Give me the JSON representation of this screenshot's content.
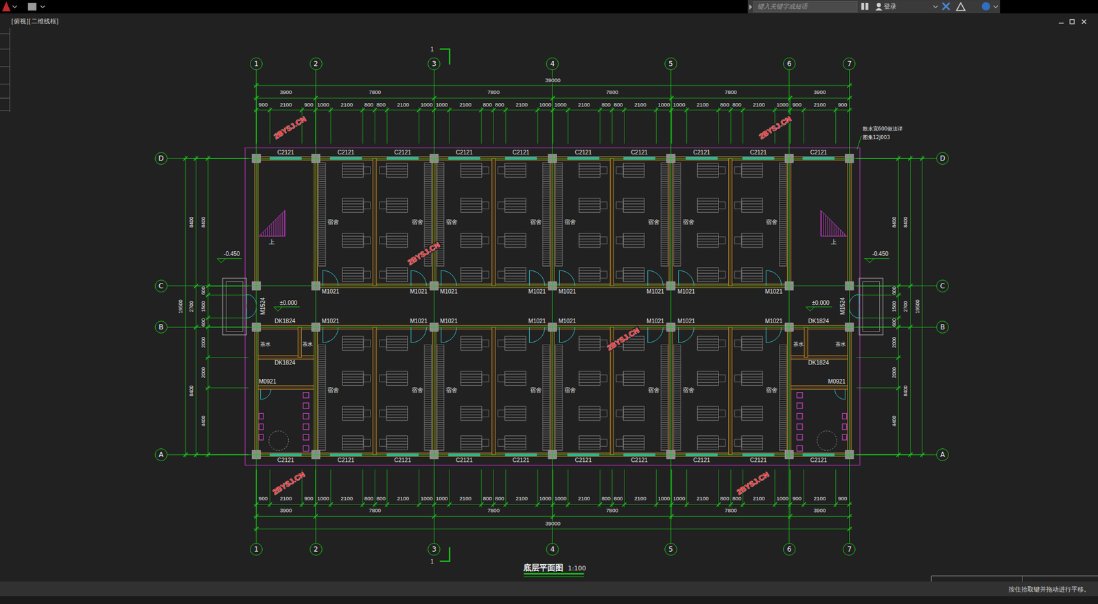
{
  "diagram": {
    "title": "底层平面图",
    "nodes": [
      {
        "text": [
          "1"
        ]
      },
      {
        "text": [
          "2"
        ]
      },
      {
        "text": [
          "3"
        ]
      },
      {
        "text": [
          "4"
        ]
      },
      {
        "text": [
          "5"
        ]
      },
      {
        "text": [
          "6"
        ]
      },
      {
        "text": [
          "7"
        ]
      },
      {
        "text": [
          "D"
        ]
      },
      {
        "text": [
          "C"
        ]
      },
      {
        "text": [
          "B"
        ]
      },
      {
        "text": [
          "A"
        ]
      },
      {
        "text": [
          "D"
        ]
      },
      {
        "text": [
          "C"
        ]
      },
      {
        "text": [
          "B"
        ]
      },
      {
        "text": [
          "A"
        ]
      },
      {
        "text": [
          "1"
        ]
      },
      {
        "text": [
          "2"
        ]
      },
      {
        "text": [
          "3"
        ]
      },
      {
        "text": [
          "4"
        ]
      },
      {
        "text": [
          "5"
        ]
      },
      {
        "text": [
          "6"
        ]
      },
      {
        "text": [
          "7"
        ]
      }
    ],
    "edges": [
      {
        "from": 0,
        "to": 15,
        "arrow": "none"
      },
      {
        "from": 1,
        "to": 16,
        "arrow": "none"
      },
      {
        "from": 2,
        "to": 17,
        "arrow": "none"
      },
      {
        "from": 3,
        "to": 18,
        "arrow": "none"
      },
      {
        "from": 4,
        "to": 19,
        "arrow": "none"
      },
      {
        "from": 5,
        "to": 20,
        "arrow": "none"
      },
      {
        "from": 6,
        "to": 21,
        "arrow": "none"
      },
      {
        "from": 7,
        "to": 11,
        "arrow": "none"
      },
      {
        "from": 8,
        "to": 12,
        "arrow": "none"
      },
      {
        "from": 9,
        "to": 13,
        "arrow": "none"
      },
      {
        "from": 10,
        "to": 14,
        "arrow": "none"
      }
    ],
    "labels": [
      "[俯视][二维线框]",
      "键入关键字或短语",
      "登录",
      "按住拾取键并拖动进行平移。",
      "1",
      "1",
      "39000",
      "3900",
      "7800",
      "7800",
      "7800",
      "7800",
      "3900",
      "900",
      "2100",
      "900",
      "1000",
      "2100",
      "800",
      "800",
      "2100",
      "1000",
      "1000",
      "2100",
      "800",
      "800",
      "2100",
      "1000",
      "1000",
      "2100",
      "800",
      "800",
      "2100",
      "1000",
      "1000",
      "2100",
      "800",
      "800",
      "2100",
      "1000",
      "900",
      "2100",
      "900",
      "900",
      "2100",
      "900",
      "1000",
      "2100",
      "800",
      "800",
      "2100",
      "1000",
      "1000",
      "2100",
      "800",
      "800",
      "2100",
      "1000",
      "1000",
      "2100",
      "800",
      "800",
      "2100",
      "1000",
      "1000",
      "2100",
      "800",
      "800",
      "2100",
      "1000",
      "900",
      "2100",
      "900",
      "3900",
      "7800",
      "7800",
      "7800",
      "7800",
      "3900",
      "39000",
      "19500",
      "8400",
      "2700",
      "8400",
      "8400",
      "600",
      "1500",
      "600",
      "2000",
      "2000",
      "4400",
      "8400",
      "600",
      "1500",
      "600",
      "2000",
      "2000",
      "4400",
      "8400",
      "2700",
      "8400",
      "19500",
      "C2121",
      "C2121",
      "C2121",
      "C2121",
      "C2121",
      "C2121",
      "C2121",
      "C2121",
      "C2121",
      "C2121",
      "C2121",
      "C2121",
      "C2121",
      "C2121",
      "C2121",
      "C2121",
      "C2121",
      "C2121",
      "C2121",
      "C2121",
      "M1021",
      "M1021",
      "M1021",
      "M1021",
      "M1021",
      "M1021",
      "M1021",
      "M1021",
      "M1021",
      "M1021",
      "M1021",
      "M1021",
      "M1021",
      "M1021",
      "M1021",
      "M1021",
      "宿舍",
      "宿舍",
      "宿舍",
      "宿舍",
      "宿舍",
      "宿舍",
      "宿舍",
      "宿舍",
      "宿舍",
      "宿舍",
      "宿舍",
      "宿舍",
      "宿舍",
      "宿舍",
      "宿舍",
      "宿舍",
      "DK1824",
      "DK1824",
      "DK1824",
      "DK1824",
      "M0921",
      "M0921",
      "M1524",
      "M1524",
      "±0.000",
      "±0.000",
      "-0.450",
      "-0.450",
      "茶水",
      "茶水",
      "茶水",
      "茶水",
      "上",
      "上",
      "散水宽600做法详",
      "图集12J003",
      "2BYSJ.CN",
      "2BYSJ.CN",
      "2BYSJ.CN",
      "2BYSJ.CN",
      "2BYSJ.CN",
      "2BYSJ.CN",
      "1:100"
    ]
  }
}
